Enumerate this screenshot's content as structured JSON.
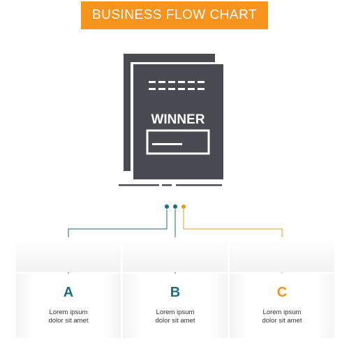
{
  "title": "BUSINESS FLOW CHART",
  "icon": {
    "name": "winner-certificate-icon",
    "label": "WINNER"
  },
  "nodes": [
    {
      "letter": "A",
      "line1": "Lorem ipsum",
      "line2": "dolor sit amet",
      "color": "#1b6f80"
    },
    {
      "letter": "B",
      "line1": "Lorem ipsum",
      "line2": "dolor sit amet",
      "color": "#1b6f80"
    },
    {
      "letter": "C",
      "line1": "Lorem ipsum",
      "line2": "dolor sit amet",
      "color": "#f7941d"
    }
  ],
  "colors": {
    "accent_orange": "#f7941d",
    "accent_teal": "#1b6f80",
    "icon_gray": "#4a4a52"
  }
}
